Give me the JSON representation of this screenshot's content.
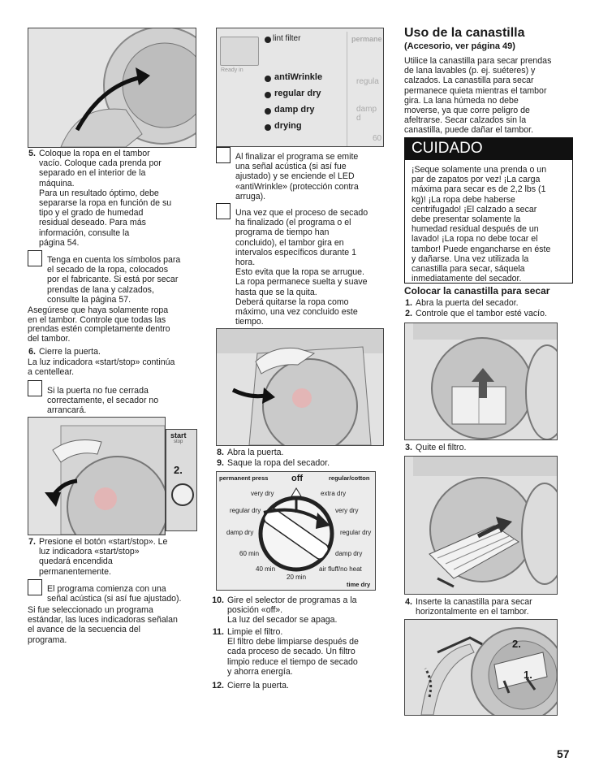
{
  "col1": {
    "step5_num": "5.",
    "step5_lines": [
      "Coloque la ropa en el tambor",
      "vacío. Coloque cada prenda por",
      "separado en el interior de la",
      "máquina.",
      "Para un resultado óptimo, debe",
      "separarse la ropa en función de su",
      "tipo y el grado de humedad",
      "residual deseado. Para más",
      "información, consulte la",
      "página 54."
    ],
    "note1_lines": [
      "Tenga en cuenta los símbolos para",
      "el secado de la ropa, colocados",
      "por el fabricante. Si está por secar",
      "prendas de lana y calzados,",
      "consulte la página 57."
    ],
    "para1_lines": [
      "Asegúrese que haya solamente ropa",
      "en el tambor. Controle que todas las",
      "prendas estén completamente dentro",
      "del tambor."
    ],
    "step6_num": "6.",
    "step6_text": "Cierre la puerta.",
    "para2_lines": [
      "La luz indicadora «start/stop» continúa",
      "a centellear."
    ],
    "note2_lines": [
      "Si la puerta no fue cerrada",
      "correctamente, el secador no",
      "arrancará."
    ],
    "panel_start": "start",
    "panel_stop": "stop",
    "callout_2": "2.",
    "step7_num": "7.",
    "step7_lines": [
      "Presione el botón «start/stop». Le",
      "luz indicadora «start/stop»",
      "quedará encendida",
      "permanentemente."
    ],
    "note3_lines": [
      "El programa comienza con una",
      "señal acústica (si así fue ajustado)."
    ],
    "para3_lines": [
      "Si fue seleccionado un programa",
      "estándar, las luces indicadoras señalan",
      "el avance de la secuencia del",
      "programa."
    ]
  },
  "col2": {
    "display_ready": "Ready in",
    "lint_filter": "lint filter",
    "permanent_partial": "permane",
    "regular_partial": "regula",
    "damp_partial": "damp d",
    "sixty_partial": "60",
    "leds": [
      "antiWrinkle",
      "regular dry",
      "damp dry",
      "drying"
    ],
    "note4_lines": [
      "Al finalizar el programa se emite",
      "una señal acústica (si así fue",
      "ajustado) y se enciende el LED",
      "«antiWrinkle» (protección contra",
      "arruga)."
    ],
    "note5_lines": [
      "Una vez que el proceso de secado",
      "ha finalizado (el programa o el",
      "programa de tiempo han",
      "concluido), el tambor gira en",
      "intervalos específicos durante 1",
      "hora.",
      "Esto evita que la ropa se arrugue.",
      "La ropa permanece suelta y suave",
      "hasta que se la quita.",
      "Deberá quitarse la ropa como",
      "máximo, una vez concluido este",
      "tiempo."
    ],
    "step8_num": "8.",
    "step8_text": "Abra la puerta.",
    "step9_num": "9.",
    "step9_text": "Saque la ropa del secador.",
    "dial": {
      "permanent_press": "permanent press",
      "off": "off",
      "regular_cotton": "regular/cotton",
      "left": [
        "very dry",
        "regular dry",
        "damp dry",
        "60 min",
        "40 min"
      ],
      "right": [
        "extra dry",
        "very dry",
        "regular dry",
        "damp dry",
        "air fluff/no heat"
      ],
      "bottom": "20 min",
      "time_dry": "time dry"
    },
    "step10_num": "10.",
    "step10_lines": [
      "Gire el selector de programas a la",
      "posición «off».",
      "La luz del secador se apaga."
    ],
    "step11_num": "11.",
    "step11_lines": [
      "Limpie el filtro.",
      "El filtro debe limpiarse después de",
      "cada proceso de secado. Un filtro",
      "limpio reduce el tiempo de secado",
      "y ahorra energía."
    ],
    "step12_num": "12.",
    "step12_text": "Cierre la puerta."
  },
  "col3": {
    "title": "Uso de la canastilla",
    "subtitle": "(Accesorio, ver página 49)",
    "intro_lines": [
      "Utilice la canastilla para secar prendas",
      "de lana lavables (p. ej. suéteres) y",
      "calzados. La canastilla para secar",
      "permanece quieta mientras el tambor",
      "gira. La lana húmeda no debe",
      "moverse, ya que corre peligro de",
      "afeltrarse. Secar calzados sin la",
      "canastilla, puede dañar el tambor."
    ],
    "caution_title": "CUIDADO",
    "caution_lines": [
      "¡Seque solamente una prenda o un",
      "par de zapatos por vez! ¡La carga",
      "máxima para secar es de 2,2 lbs (1",
      "kg)! ¡La ropa debe haberse",
      "centrifugado! ¡El calzado a secar",
      "debe presentar solamente la",
      "humedad residual después de un",
      "lavado! ¡La ropa no debe tocar el",
      "tambor! Puede engancharse en éste",
      "y dañarse. Una vez utilizada la",
      "canastilla para secar, sáquela",
      "inmediatamente del secador."
    ],
    "sub_heading": "Colocar la canastilla para secar",
    "s1_num": "1.",
    "s1_text": "Abra la puerta del secador.",
    "s2_num": "2.",
    "s2_text": "Controle que el tambor esté vacío.",
    "s3_num": "3.",
    "s3_text": "Quite el filtro.",
    "s4_num": "4.",
    "s4_lines": [
      "Inserte la canastilla para secar",
      "horizontalmente en el tambor."
    ],
    "callout_2": "2.",
    "callout_1": "1."
  },
  "page_number": "57"
}
